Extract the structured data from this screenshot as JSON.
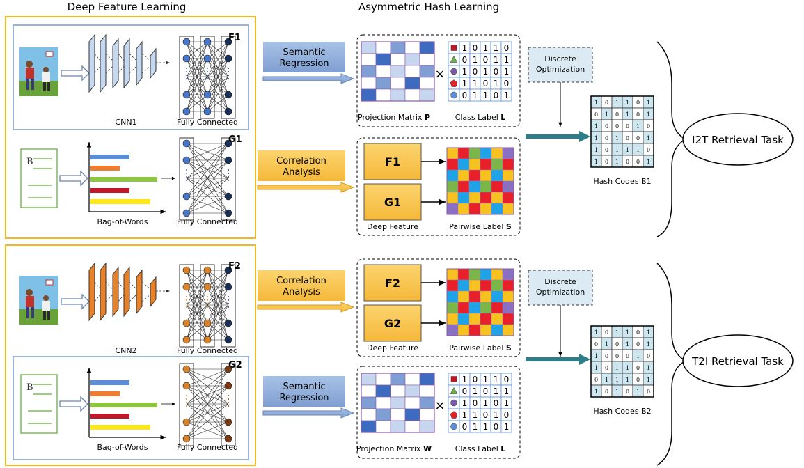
{
  "titles": {
    "deep_feature_learning": "Deep Feature Learning",
    "asymmetric_hash_learning": "Asymmetric Hash  Learning"
  },
  "top": {
    "image_branch": {
      "feature": "F1",
      "net": "CNN1",
      "fc": "Fully Connected"
    },
    "text_branch": {
      "feature": "G1",
      "bow": "Bag-of-Words",
      "fc": "Fully Connected",
      "doc_letter": "B"
    },
    "semantic_regression": "Semantic\nRegression",
    "correlation_analysis": "Correlation\nAnalysis",
    "projection_label": "Projection Matrix",
    "projection_symbol": "P",
    "class_label": "Class Label",
    "class_symbol": "L",
    "times": "×",
    "class_rows": [
      [
        "1",
        "0",
        "1",
        "1",
        "0"
      ],
      [
        "0",
        "1",
        "0",
        "1",
        "1"
      ],
      [
        "1",
        "0",
        "1",
        "0",
        "1"
      ],
      [
        "1",
        "1",
        "0",
        "1",
        "0"
      ],
      [
        "0",
        "1",
        "1",
        "0",
        "1"
      ]
    ],
    "feat_a": "F1",
    "feat_b": "G1",
    "deep_feature": "Deep Feature",
    "pairwise_label": "Pairwise Label",
    "pairwise_symbol": "S",
    "discrete_optimization": "Discrete\nOptimization",
    "hash_codes": "Hash Codes B1",
    "hash_rows": [
      [
        "1",
        "0",
        "1",
        "1",
        "0",
        "1"
      ],
      [
        "0",
        "1",
        "0",
        "1",
        "0",
        "1"
      ],
      [
        "1",
        "0",
        "0",
        "0",
        "1",
        "0"
      ],
      [
        "1",
        "0",
        "1",
        "0",
        "0",
        "1"
      ],
      [
        "1",
        "0",
        "1",
        "1",
        "1",
        "0"
      ],
      [
        "1",
        "0",
        "1",
        "0",
        "0",
        "1"
      ]
    ],
    "task": "I2T Retrieval Task"
  },
  "bottom": {
    "image_branch": {
      "feature": "F2",
      "net": "CNN2",
      "fc": "Fully Connected"
    },
    "text_branch": {
      "feature": "G2",
      "bow": "Bag-of-Words",
      "fc": "Fully Connected",
      "doc_letter": "B"
    },
    "semantic_regression": "Semantic\nRegression",
    "correlation_analysis": "Correlation\nAnalysis",
    "projection_label": "Projection Matrix",
    "projection_symbol": "W",
    "class_label": "Class Label",
    "class_symbol": "L",
    "times": "×",
    "class_rows": [
      [
        "1",
        "0",
        "1",
        "1",
        "0"
      ],
      [
        "0",
        "1",
        "0",
        "1",
        "1"
      ],
      [
        "1",
        "0",
        "1",
        "0",
        "1"
      ],
      [
        "1",
        "1",
        "0",
        "1",
        "0"
      ],
      [
        "0",
        "1",
        "1",
        "0",
        "1"
      ]
    ],
    "feat_a": "F2",
    "feat_b": "G2",
    "deep_feature": "Deep Feature",
    "pairwise_label": "Pairwise Label",
    "pairwise_symbol": "S",
    "discrete_optimization": "Discrete\nOptimization",
    "hash_codes": "Hash Codes B2",
    "hash_rows": [
      [
        "1",
        "0",
        "1",
        "1",
        "0",
        "1"
      ],
      [
        "0",
        "1",
        "0",
        "1",
        "0",
        "1"
      ],
      [
        "1",
        "0",
        "0",
        "0",
        "1",
        "0"
      ],
      [
        "1",
        "0",
        "1",
        "1",
        "0",
        "1"
      ],
      [
        "0",
        "1",
        "1",
        "1",
        "0",
        "1"
      ],
      [
        "1",
        "0",
        "1",
        "0",
        "1",
        "0"
      ]
    ],
    "task": "T2I Retrieval Task"
  },
  "colors": {
    "section_border": "#f2b820",
    "panel_border": "#9ab4d8",
    "blue_arrow": "#8aabd9",
    "orange_arrow": "#f9c850",
    "teal_arrow": "#2e7d8a",
    "hash_fill": "#cbe5ee",
    "node_blue": "#4a76c8",
    "node_orange": "#d8822b"
  }
}
